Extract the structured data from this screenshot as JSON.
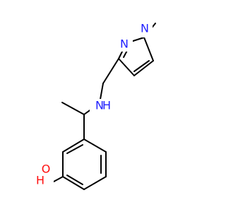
{
  "molecule": {
    "atoms": {
      "n_methyl": {
        "text": "N",
        "color": "#1f1fff"
      },
      "n_ring": {
        "text": "N",
        "color": "#1f1fff"
      },
      "n_amine": {
        "text": "N",
        "color": "#1f1fff"
      },
      "h_amine": {
        "text": "H",
        "color": "#1f1fff"
      },
      "o_phenol": {
        "text": "O",
        "color": "#ff0d0d"
      },
      "h_phenol": {
        "text": "H",
        "color": "#ff0d0d"
      }
    }
  }
}
